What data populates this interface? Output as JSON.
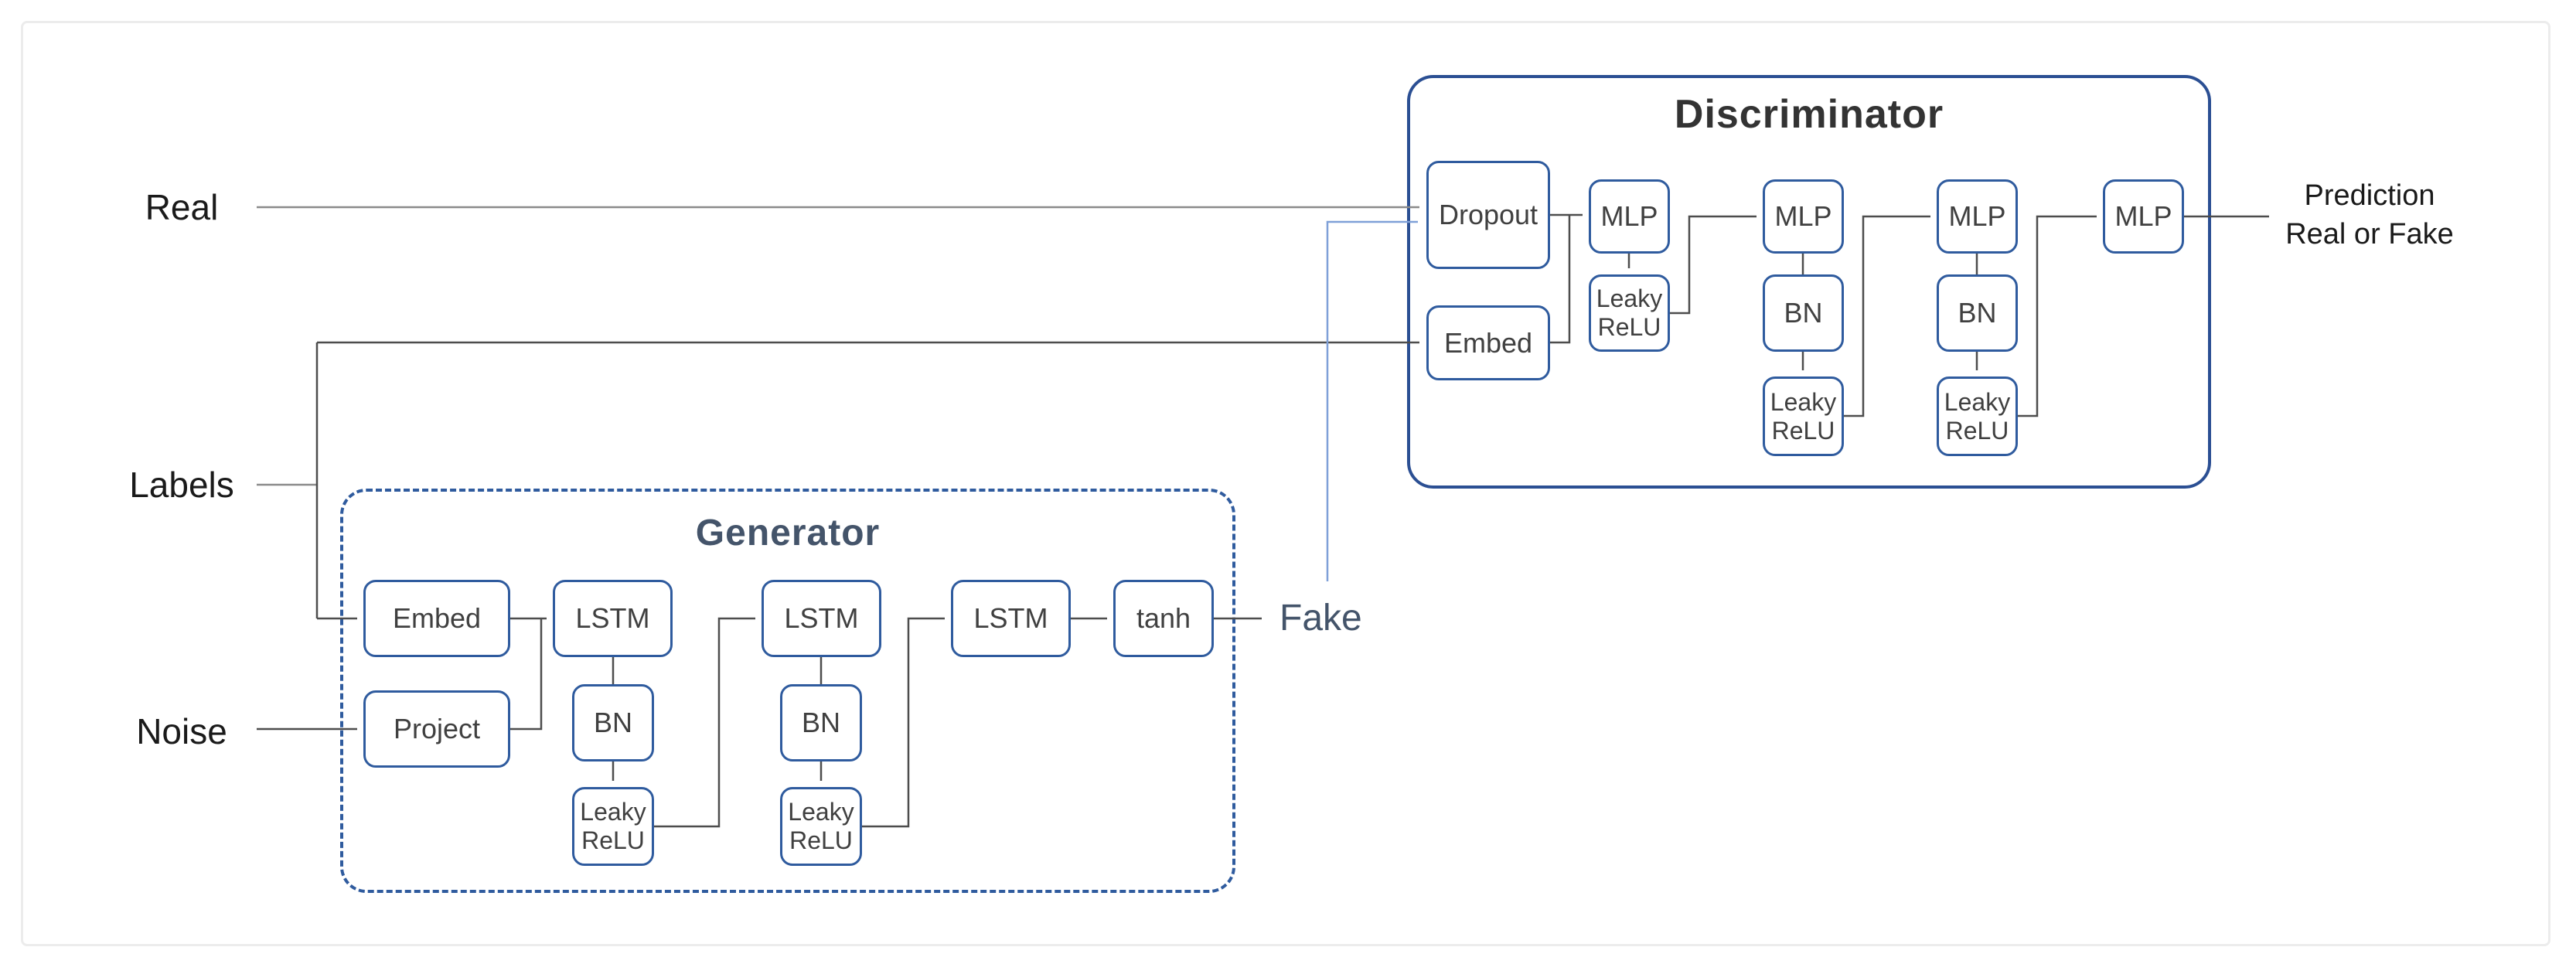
{
  "diagram": {
    "inputs": {
      "real": "Real",
      "labels": "Labels",
      "noise": "Noise"
    },
    "generator": {
      "title": "Generator",
      "embed": "Embed",
      "project": "Project",
      "lstm1": "LSTM",
      "lstm2": "LSTM",
      "lstm3": "LSTM",
      "bn1": "BN",
      "bn2": "BN",
      "leaky1": "Leaky\nReLU",
      "leaky2": "Leaky\nReLU",
      "tanh": "tanh",
      "output": "Fake"
    },
    "discriminator": {
      "title": "Discriminator",
      "dropout": "Dropout",
      "embed": "Embed",
      "mlp1": "MLP",
      "mlp2": "MLP",
      "mlp3": "MLP",
      "mlp4": "MLP",
      "bn2": "BN",
      "bn3": "BN",
      "leaky1": "Leaky\nReLU",
      "leaky2": "Leaky\nReLU",
      "leaky3": "Leaky\nReLU",
      "output": "Prediction\nReal or Fake"
    },
    "colors": {
      "node_border": "#2f5b9e",
      "container_border": "#2b4f93",
      "accent_text": "#44546a",
      "fake_wire": "#7fa0d8",
      "fake_arrow": "#4472c4",
      "wire": "#4d4d4d",
      "light_wire": "#8a8a8a"
    }
  }
}
